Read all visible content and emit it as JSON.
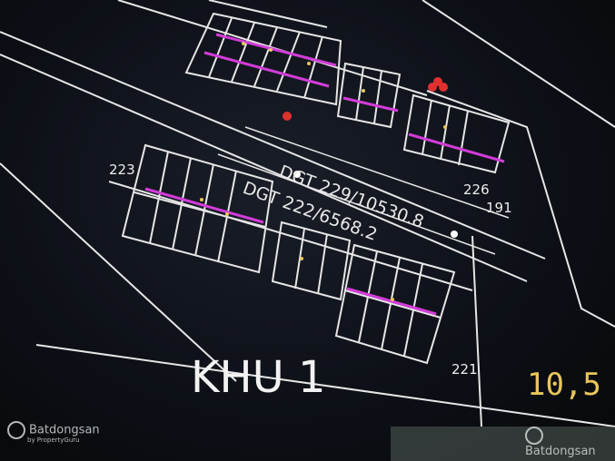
{
  "photo": {
    "zone_label": "KHU 1",
    "road_label_1": "DGT 229/10530.8",
    "road_label_2": "DGT 222/6568.2",
    "scale_value": "10,5",
    "lot_numbers": {
      "left_edge": "223",
      "bottom_right": "221",
      "right_edge_a": "226",
      "right_edge_b": "191"
    },
    "watermark_left": {
      "brand": "Batdongsan",
      "tagline": "by PropertyGuru"
    },
    "watermark_right": {
      "brand": "Batdongsan"
    },
    "colors": {
      "lines": "#e6e6e6",
      "accent": "#d23cd8",
      "dimension": "#e8c65c",
      "background": "#0b0e14"
    }
  }
}
